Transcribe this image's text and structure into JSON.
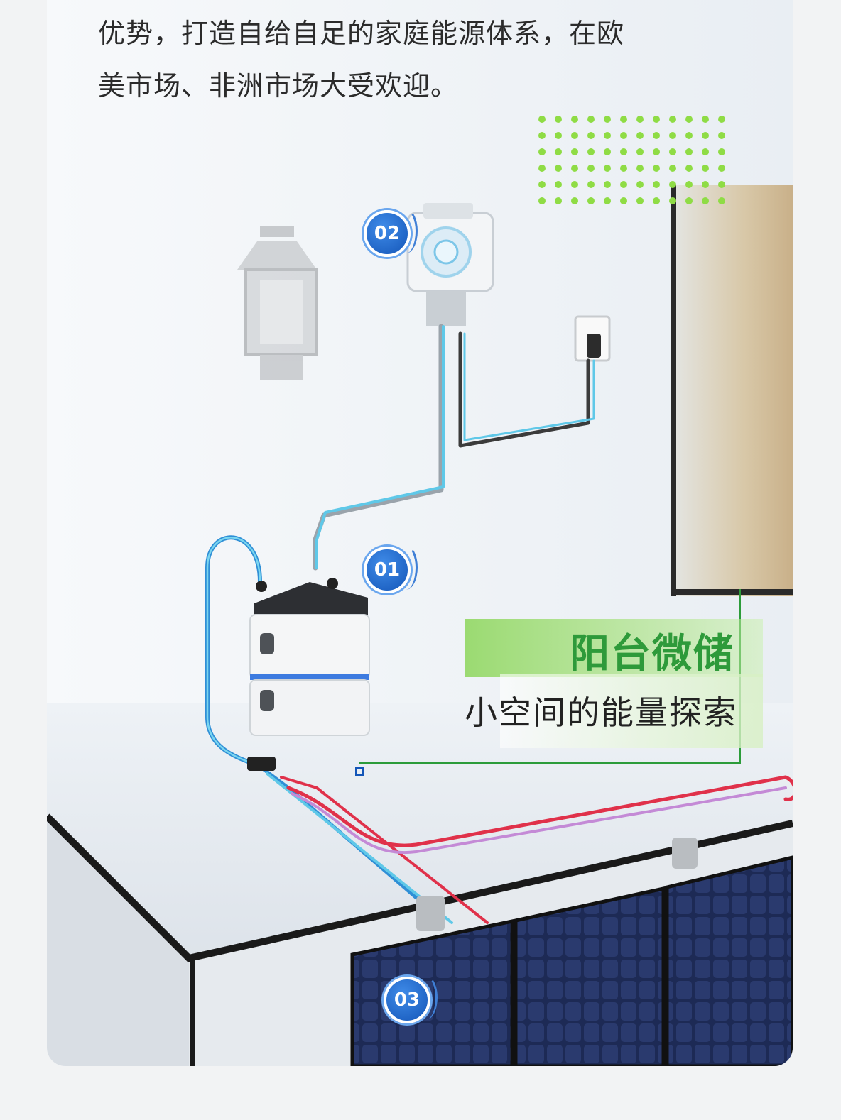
{
  "intro": {
    "line1": "优势，打造自给自足的家庭能源体系，在欧",
    "line2": "美市场、非洲市场大受欢迎。"
  },
  "badges": {
    "storage": "01",
    "inverter": "02",
    "solar_panels": "03"
  },
  "caption": {
    "title": "阳台微储",
    "subtitle": "小空间的能量探索"
  },
  "colors": {
    "accent_green": "#2e9a3a",
    "dot_green": "#8fdc45",
    "badge_blue": "#1456b8",
    "cable_cyan": "#5fc8e8",
    "cable_red": "#e0314a",
    "panel_navy": "#1d2a55"
  }
}
